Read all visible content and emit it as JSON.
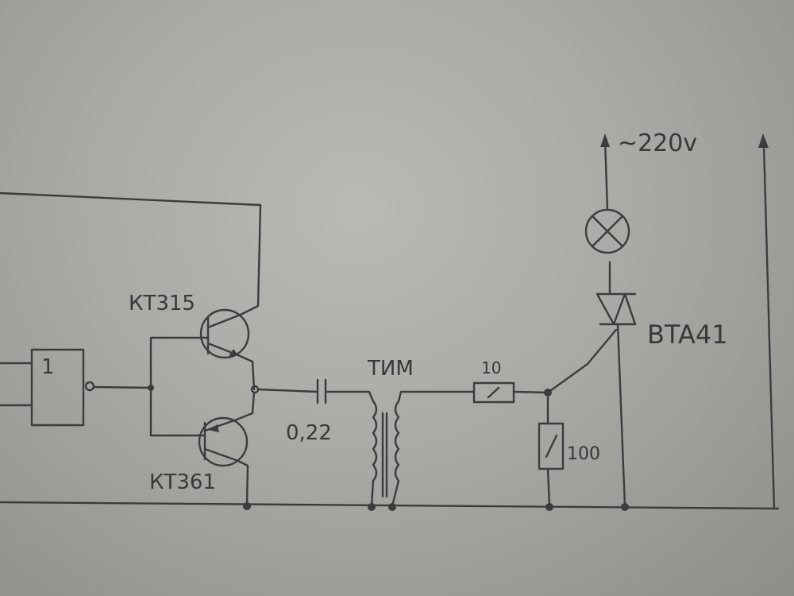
{
  "diagram": {
    "title": "Triac lamp driver schematic (hand-drawn)",
    "labels": {
      "gate_symbol": "1",
      "upper_transistor": "КТ315",
      "lower_transistor": "КТ361",
      "capacitor": "0,22",
      "transformer": "ТИМ",
      "resistor_series": "10",
      "resistor_shunt": "100",
      "triac": "BTA41",
      "supply": "~220v"
    },
    "colors": {
      "ink": "#3c3c3e",
      "paper": "#b0b0ac"
    }
  }
}
